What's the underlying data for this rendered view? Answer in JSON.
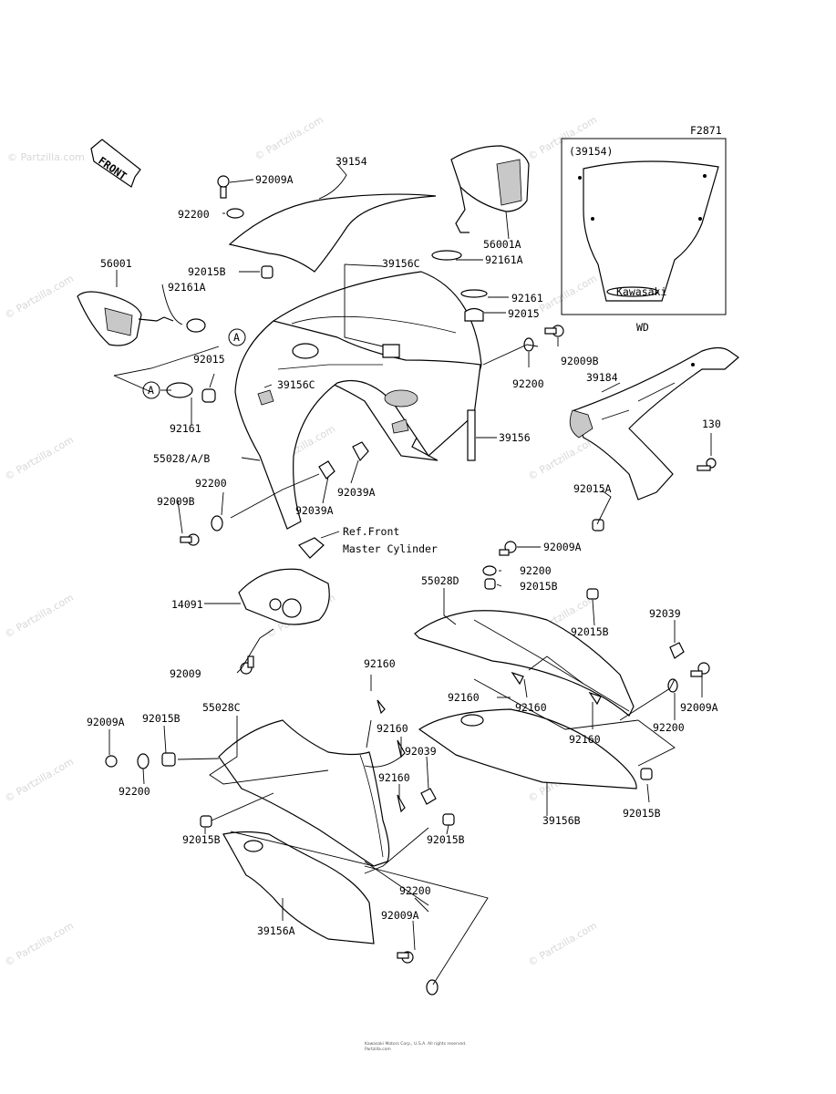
{
  "figure_code": "F2871",
  "front_arrow_label": "FRONT",
  "ref_note": {
    "line1": "Ref.Front",
    "line2": "Master Cylinder"
  },
  "inset": {
    "title": "(39154)",
    "caption": "WD",
    "decal": "Kawasaki"
  },
  "circle_refs": [
    "A",
    "A"
  ],
  "part_labels": [
    "39154",
    "92009A",
    "92200",
    "92015B",
    "56001",
    "92161A",
    "92015",
    "92161",
    "39156C",
    "39156C",
    "55028/A/B",
    "92200",
    "92009B",
    "92039A",
    "92039A",
    "56001A",
    "92161A",
    "92161",
    "92015",
    "92200",
    "92009B",
    "39184",
    "130",
    "39156",
    "92015A",
    "92009A",
    "92200",
    "92015B",
    "55028D",
    "92015B",
    "92039",
    "92009A",
    "92200",
    "92160",
    "92160",
    "92160",
    "92015B",
    "39156B",
    "14091",
    "92009",
    "92160",
    "92009A",
    "92015B",
    "55028C",
    "92200",
    "92160",
    "92039",
    "92160",
    "92015B",
    "92015B",
    "92200",
    "92009A",
    "39156A"
  ],
  "watermark": "© Partzilla.com",
  "footer": {
    "line1": "Kawasaki Motors Corp., U.S.A. All rights reserved.",
    "line2": "Partzilla.com"
  }
}
